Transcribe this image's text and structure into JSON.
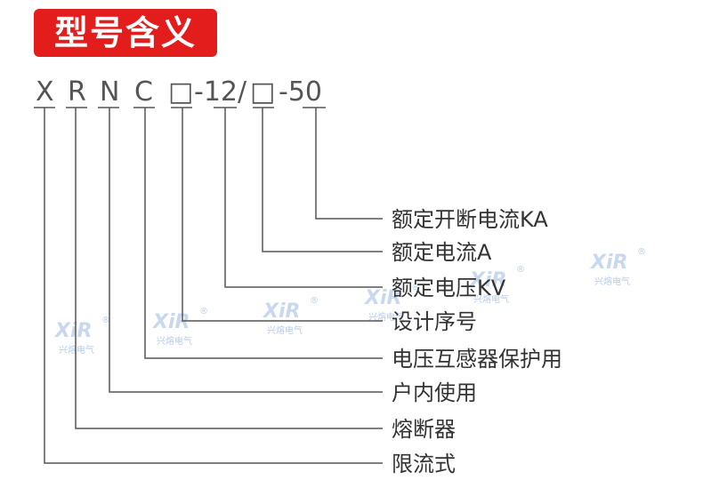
{
  "title": "型号含义",
  "model_code": [
    "X",
    "R",
    "N",
    "C",
    "□",
    "-12/",
    "□",
    "-50"
  ],
  "labels": [
    "额定开断电流KA",
    "额定电流A",
    "额定电压KV",
    "设计序号",
    "电压互感器保护用",
    "户内使用",
    "熔断器",
    "限流式"
  ],
  "watermark": {
    "logo": "XiR",
    "text": "兴熔电气",
    "registered": "®"
  },
  "colors": {
    "title_bg": "#e31c1c",
    "title_text": "#ffffff",
    "line": "#555555",
    "text": "#333333",
    "watermark": "#c9d8ef"
  }
}
